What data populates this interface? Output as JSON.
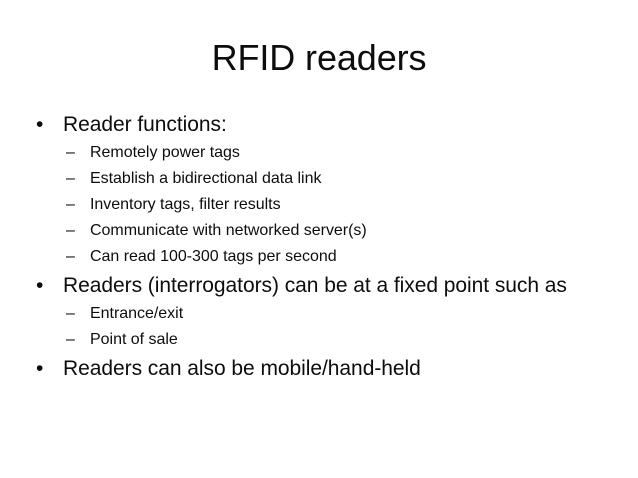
{
  "slide": {
    "title": "RFID readers",
    "background_color": "#ffffff",
    "text_color": "#0d0d0d",
    "level1_marker": "•",
    "level2_marker": "–",
    "groups": [
      {
        "heading": "Reader functions:",
        "items": [
          "Remotely power tags",
          "Establish a bidirectional data link",
          "Inventory tags, filter results",
          "Communicate with networked server(s)",
          "Can read 100-300 tags per second"
        ]
      },
      {
        "heading": "Readers (interrogators) can be at a fixed point such as",
        "items": [
          "Entrance/exit",
          "Point of sale"
        ]
      },
      {
        "heading": "Readers can also be mobile/hand-held",
        "items": []
      }
    ]
  }
}
